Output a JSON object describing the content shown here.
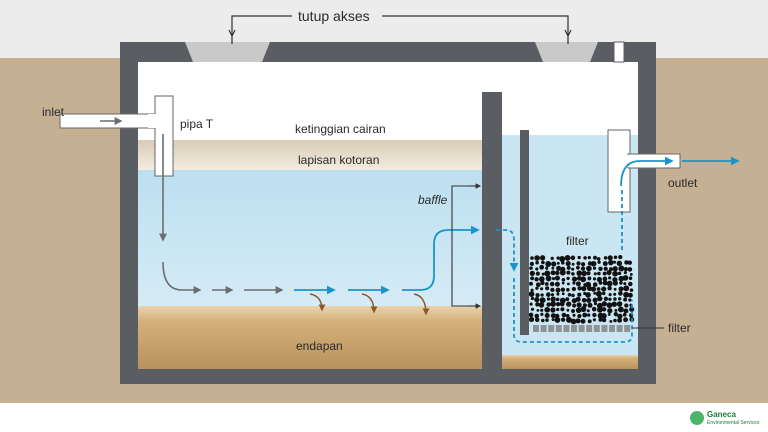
{
  "labels": {
    "access_cover": "tutup akses",
    "inlet": "inlet",
    "t_pipe": "pipa T",
    "liquid_level": "ketinggian cairan",
    "scum_layer": "lapisan kotoran",
    "baffle": "baffle",
    "filter_top": "filter",
    "outlet": "outlet",
    "filter_bottom": "filter",
    "sediment": "endapan"
  },
  "logo": {
    "name": "Ganeca",
    "tagline": "Environmental Services"
  },
  "colors": {
    "ground": "#c5b094",
    "sky": "#ececec",
    "tank_wall": "#5a5e63",
    "water": "#c4e2f1",
    "scum": "#e9dcc4",
    "sediment": "#c9a46c",
    "flow_blue": "#1b95c9",
    "flow_gray": "#6a6e72",
    "flow_brown": "#8a5a2a",
    "logo_green": "#2b8f4a"
  }
}
